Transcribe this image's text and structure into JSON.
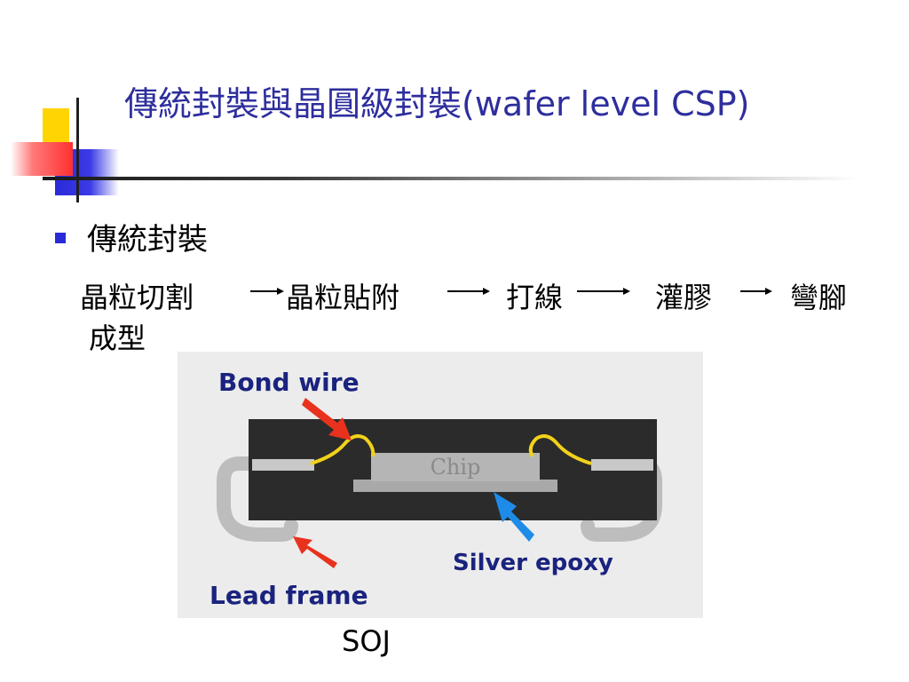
{
  "slide": {
    "title": "傳統封裝與晶圓級封裝(wafer level CSP)",
    "bullet": "傳統封裝",
    "flow_steps": [
      "晶粒切割",
      "晶粒貼附",
      "打線",
      "灌膠",
      "彎腳",
      "成型"
    ],
    "caption": "SOJ"
  },
  "diagram": {
    "labels": {
      "bond_wire": "Bond wire",
      "chip": "Chip",
      "silver_epoxy": "Silver epoxy",
      "lead_frame": "Lead frame"
    },
    "colors": {
      "body": "#2b2b2b",
      "chip": "#b5b5b5",
      "lead": "#c8c8c8",
      "wire": "#f2d21a",
      "red_arrow": "#e8321e",
      "blue_arrow": "#1e8be8",
      "label_text": "#1a237e",
      "background": "#ececec"
    }
  }
}
